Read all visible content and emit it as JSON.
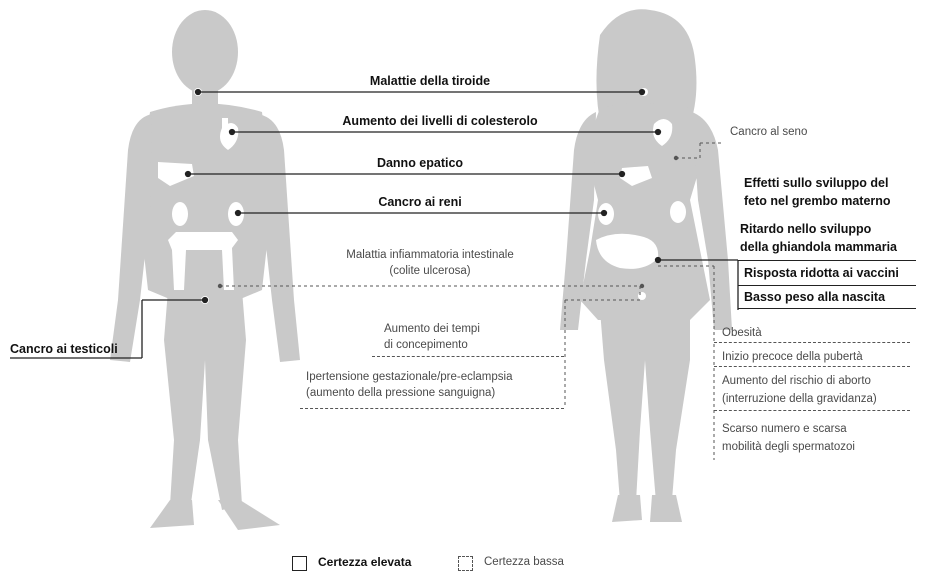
{
  "labels": {
    "thyroid": "Malattie della tiroide",
    "cholesterol": "Aumento dei livelli di colesterolo",
    "liver": "Danno epatico",
    "kidney": "Cancro ai reni",
    "bowel_1": "Malattia infiammatoria intestinale",
    "bowel_2": "(colite ulcerosa)",
    "testicular": "Cancro ai testicoli",
    "conception_1": "Aumento dei tempi",
    "conception_2": "di concepimento",
    "hypertension_1": "Ipertensione gestazionale/pre-eclampsia",
    "hypertension_2": "(aumento della pressione sanguigna)",
    "breast": "Cancro al seno",
    "fetal_1": "Effetti sullo sviluppo del",
    "fetal_2": "feto nel grembo materno",
    "mammary_1": "Ritardo nello sviluppo",
    "mammary_2": "della ghiandola mammaria",
    "vaccines": "Risposta ridotta ai vaccini",
    "birthweight": "Basso peso alla nascita",
    "obesity": "Obesità",
    "puberty": "Inizio precoce della pubertà",
    "miscarriage_1": "Aumento del rischio di aborto",
    "miscarriage_2": "(interruzione della gravidanza)",
    "sperm_1": "Scarso numero e scarsa",
    "sperm_2": "mobilità degli spermatozoi"
  },
  "legend": {
    "high": "Certezza elevata",
    "low": "Certezza bassa"
  },
  "colors": {
    "silhouette": "#c9c9c9",
    "organ": "#ffffff",
    "line": "#222222",
    "dashed": "#555555"
  }
}
